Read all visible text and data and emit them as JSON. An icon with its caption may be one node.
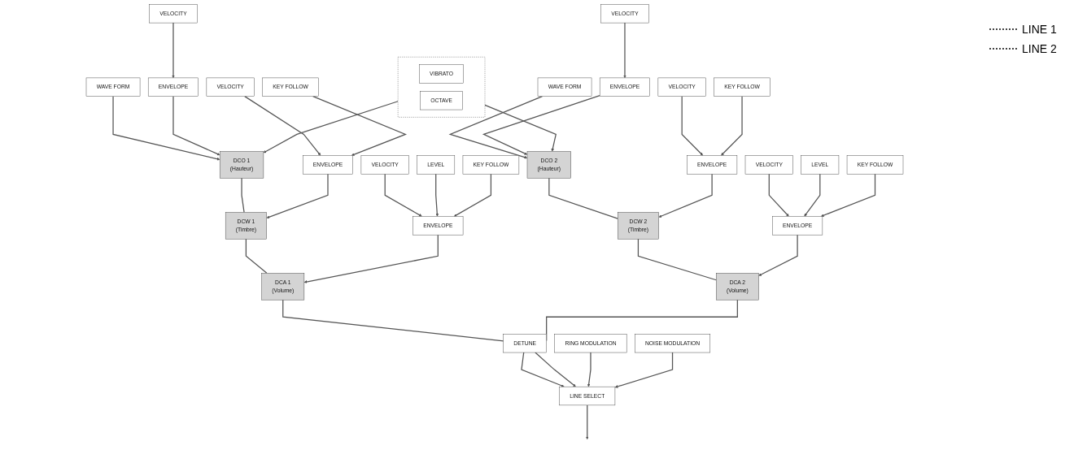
{
  "diagram": {
    "nodes": [
      {
        "text": [
          "DCO 1",
          "(Hauteur)"
        ]
      },
      {
        "text": [
          "DCW 1",
          "(Timbre)"
        ]
      },
      {
        "text": [
          "DCA 1",
          "(Volume)"
        ]
      },
      {
        "text": [
          "WAVE FORM"
        ]
      },
      {
        "text": [
          "ENVELOPE"
        ]
      },
      {
        "text": [
          "ENVELOPE"
        ]
      },
      {
        "text": [
          "ENVELOPE"
        ]
      },
      {
        "text": [
          "VELOCITY"
        ]
      },
      {
        "text": [
          "VELOCITY"
        ]
      },
      {
        "text": [
          "KEY FOLLOW"
        ]
      },
      {
        "text": [
          "VELOCITY"
        ]
      },
      {
        "text": [
          "KEY FOLLOW"
        ]
      },
      {
        "text": [
          "RING MODULATION"
        ]
      },
      {
        "text": [],
        "shape": "box"
      },
      {
        "text": [
          "VIBRATO"
        ],
        "in": 13
      },
      {
        "text": [
          "OCTAVE"
        ],
        "in": 13
      },
      {
        "text": [
          "LEVEL"
        ]
      },
      {
        "text": [
          "DETUNE"
        ]
      },
      {
        "text": [
          "LINE SELECT"
        ]
      },
      {
        "text": [
          "LEVEL"
        ]
      },
      {
        "text": [
          "VELOCITY"
        ]
      },
      {
        "text": [
          "VELOCITY"
        ]
      },
      {
        "text": [
          "KEY FOLLOW"
        ]
      },
      {
        "text": [
          "VELOCITY"
        ]
      },
      {
        "text": [
          "KEY FOLLOW"
        ]
      },
      {
        "text": [
          "NOISE MODULATION"
        ]
      },
      {
        "text": [
          "WAVE FORM"
        ]
      },
      {
        "text": [
          "ENVELOPE"
        ]
      },
      {
        "text": [
          "ENVELOPE"
        ]
      },
      {
        "text": [
          "ENVELOPE"
        ]
      },
      {
        "text": [
          "DCO 2",
          "(Hauteur)"
        ]
      },
      {
        "text": [
          "DCW 2",
          "(Timbre)"
        ]
      },
      {
        "text": [
          "DCA 2",
          "(Volume)"
        ]
      }
    ],
    "edges": [
      {
        "from": 13,
        "to": 0,
        "arrow": "to"
      },
      {
        "from": 3,
        "to": 0,
        "arrow": "to"
      },
      {
        "from": 4,
        "to": 0,
        "arrow": "to"
      },
      {
        "from": 7,
        "to": 4,
        "arrow": "to"
      },
      {
        "from": 0,
        "to": 1,
        "arrow": "none"
      },
      {
        "from": 5,
        "to": 1,
        "arrow": "to"
      },
      {
        "from": 8,
        "to": 5,
        "arrow": "to"
      },
      {
        "from": 9,
        "to": 5,
        "arrow": "to"
      },
      {
        "from": 1,
        "to": 2,
        "arrow": "none"
      },
      {
        "from": 6,
        "to": 2,
        "arrow": "to"
      },
      {
        "from": 10,
        "to": 6,
        "arrow": "to"
      },
      {
        "from": 16,
        "to": 6,
        "arrow": "to"
      },
      {
        "from": 11,
        "to": 6,
        "arrow": "to"
      },
      {
        "from": 2,
        "to": 17,
        "arrow": "none"
      },
      {
        "from": 17,
        "to": 18,
        "arrow": "to"
      },
      {
        "from": 17,
        "to": 18,
        "arrow": "to"
      },
      {
        "from": 12,
        "to": 18,
        "arrow": "to"
      },
      {
        "from": 25,
        "to": 18,
        "arrow": "to"
      },
      {
        "from": 18,
        "to": null,
        "arrow": "to"
      },
      {
        "from": 13,
        "to": 30,
        "arrow": "to"
      },
      {
        "from": 26,
        "to": 30,
        "arrow": "to"
      },
      {
        "from": 20,
        "to": 27,
        "arrow": "to"
      },
      {
        "from": 27,
        "to": 30,
        "arrow": "to"
      },
      {
        "from": 30,
        "to": 31,
        "arrow": "none"
      },
      {
        "from": 21,
        "to": 28,
        "arrow": "to"
      },
      {
        "from": 22,
        "to": 28,
        "arrow": "to"
      },
      {
        "from": 28,
        "to": 31,
        "arrow": "to"
      },
      {
        "from": 31,
        "to": 32,
        "arrow": "none"
      },
      {
        "from": 23,
        "to": 29,
        "arrow": "to"
      },
      {
        "from": 19,
        "to": 29,
        "arrow": "to"
      },
      {
        "from": 24,
        "to": 29,
        "arrow": "to"
      },
      {
        "from": 29,
        "to": 32,
        "arrow": "to"
      },
      {
        "from": 32,
        "to": 17,
        "arrow": "none"
      }
    ],
    "legend": [
      {
        "text": "LINE 1"
      },
      {
        "text": "LINE 2"
      }
    ]
  }
}
